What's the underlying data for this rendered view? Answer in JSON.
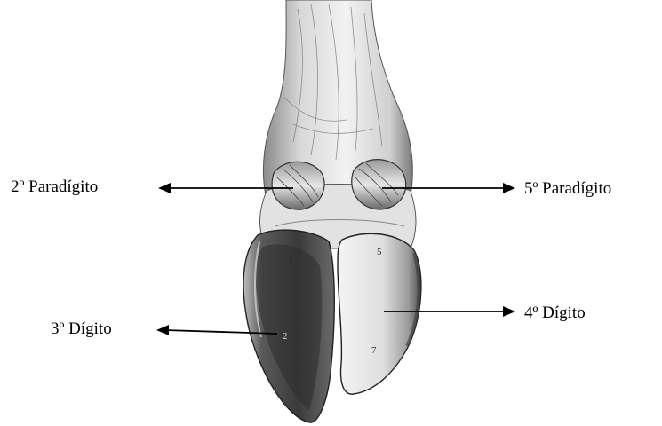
{
  "figure": {
    "labels": {
      "second_paradigit": "2º Paradígito",
      "fifth_paradigit": "5º Paradígito",
      "third_digit": "3º Dígito",
      "fourth_digit": "4º Dígito"
    },
    "drawing_numbers": {
      "n1": "1",
      "n2": "2",
      "n5": "5",
      "n7": "7"
    }
  },
  "colors": {
    "background": "#ffffff",
    "ink": "#000000",
    "shading_dark": "#3a3a3a",
    "shading_light": "#e8e8e8"
  }
}
